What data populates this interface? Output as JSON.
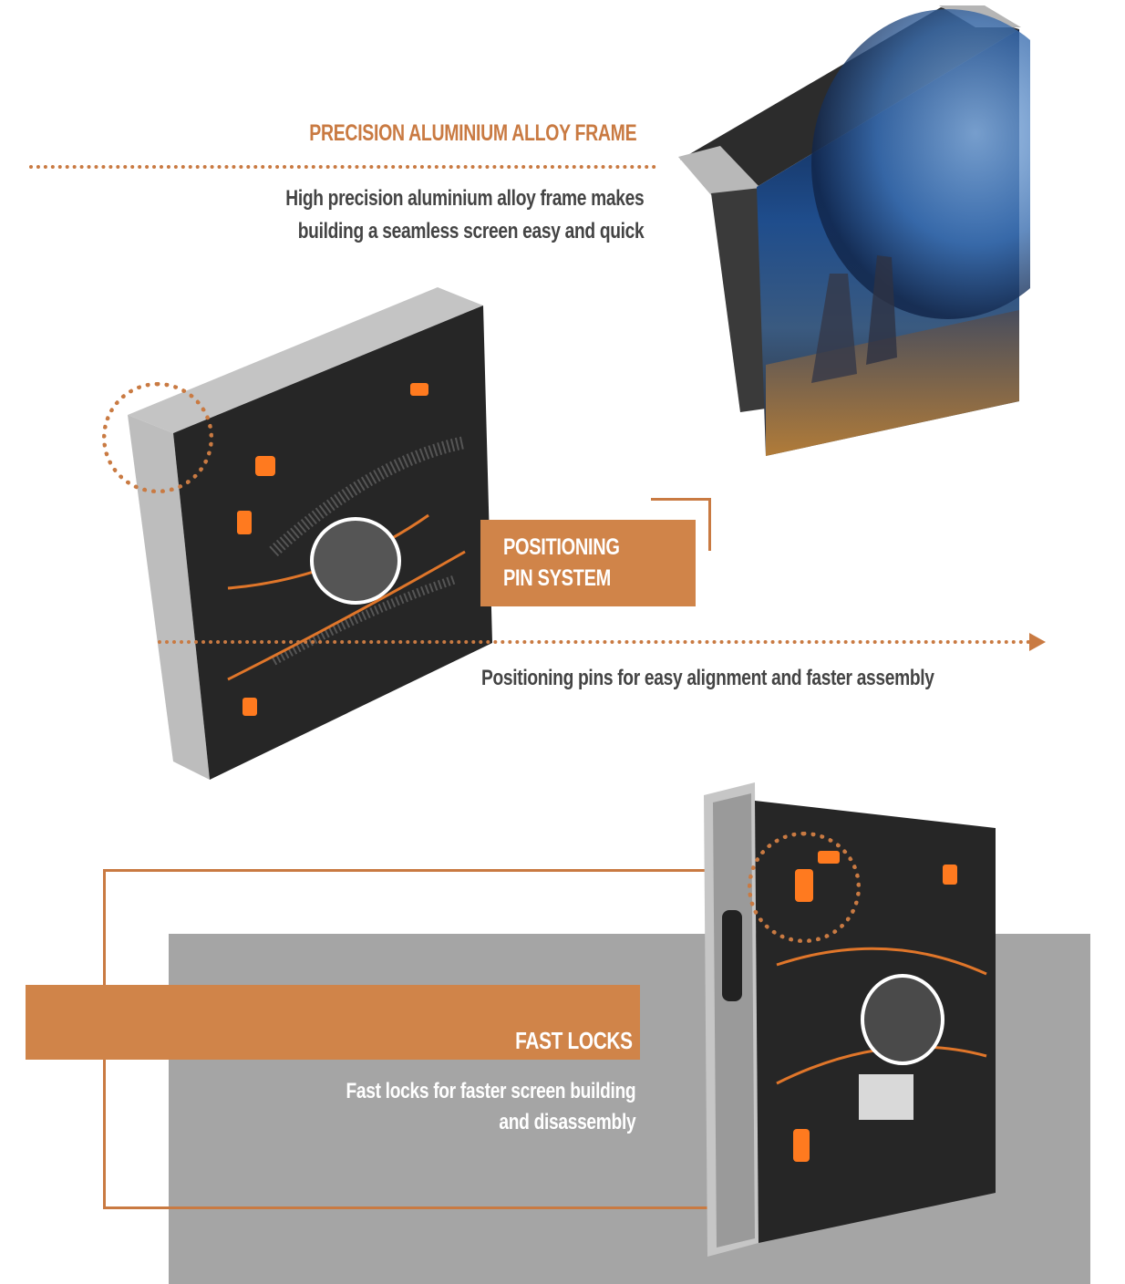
{
  "frame_section": {
    "title": "PRECISION ALUMINIUM ALLOY FRAME",
    "description_lines": [
      "High precision aluminium alloy frame makes",
      "building a seamless screen easy and quick"
    ]
  },
  "pin_section": {
    "title_lines": [
      "POSITIONING",
      "PIN SYSTEM"
    ],
    "description": "Positioning pins for easy alignment and faster assembly"
  },
  "lock_section": {
    "title": "FAST LOCKS",
    "description_lines": [
      "Fast locks for faster screen building",
      "and disassembly"
    ]
  },
  "colors": {
    "accent": "#d08449",
    "accent_text": "#c97a42",
    "text_dark": "#444444",
    "panel_gray": "#a5a5a5",
    "cabinet_black": "#242424",
    "latch_orange": "#ff7a1f"
  }
}
